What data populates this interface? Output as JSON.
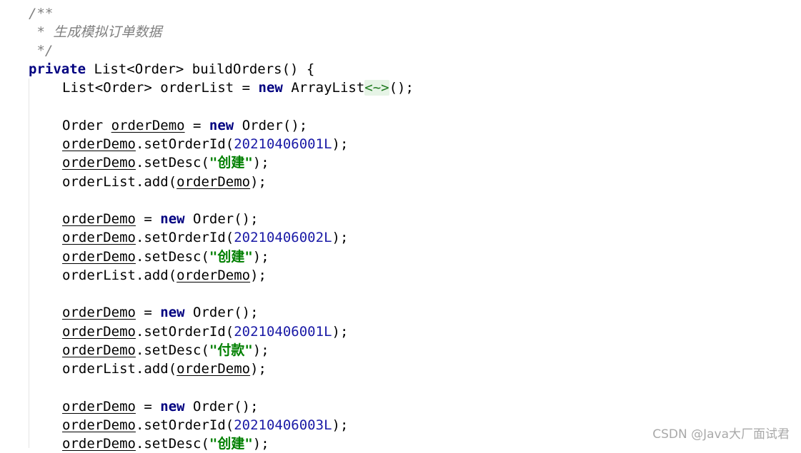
{
  "comment": {
    "open": "/**",
    "text": " * 生成模拟订单数据",
    "close": " */"
  },
  "signature": {
    "modifier": "private",
    "rest": " List<Order> buildOrders() {"
  },
  "list_init": {
    "decl": "List<Order> orderList = ",
    "kw": "new",
    "type": " ArrayList",
    "diamond": "<~>",
    "tail": "();"
  },
  "tokens": {
    "var": "orderDemo",
    "kw_new": "new",
    "order_ctor": " Order();",
    "order_type": "Order ",
    "assign": " = ",
    "set_id_open": ".setOrderId(",
    "set_desc_open": ".setDesc(",
    "close_paren": ");",
    "list_add_open": "orderList.add("
  },
  "orders": [
    {
      "id": "20210406001L",
      "desc": "\"创建\""
    },
    {
      "id": "20210406002L",
      "desc": "\"创建\""
    },
    {
      "id": "20210406001L",
      "desc": "\"付款\""
    },
    {
      "id": "20210406003L",
      "desc": "\"创建\""
    }
  ],
  "watermark": "CSDN @Java大厂面试君"
}
